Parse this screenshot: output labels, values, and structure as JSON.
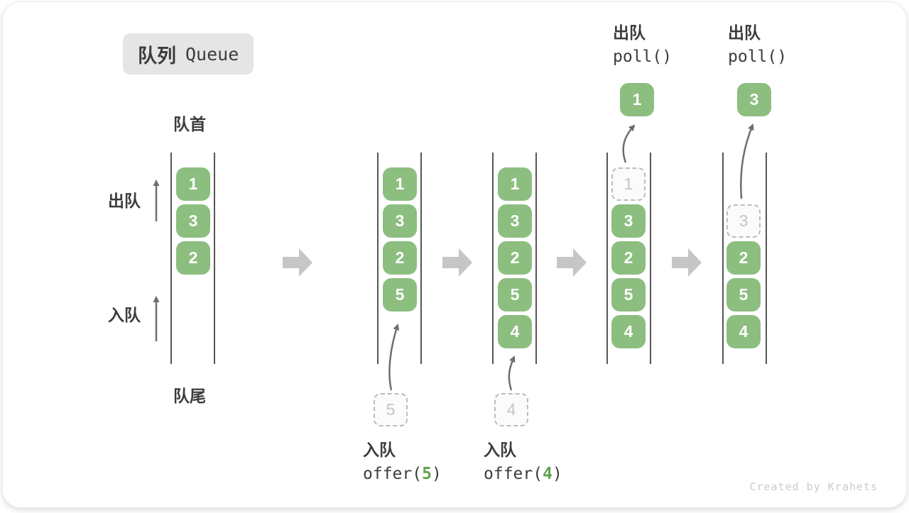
{
  "title": {
    "zh": "队列",
    "en": "Queue"
  },
  "side_labels": {
    "front": "队首",
    "rear": "队尾",
    "dequeue": "出队",
    "enqueue": "入队"
  },
  "states": {
    "s1": {
      "slots": [
        "1",
        "3",
        "2"
      ]
    },
    "s2": {
      "slots": [
        "1",
        "3",
        "2",
        "5"
      ],
      "incoming": "5"
    },
    "s3": {
      "slots": [
        "1",
        "3",
        "2",
        "5",
        "4"
      ],
      "incoming": "4"
    },
    "s4": {
      "removed": "1",
      "slots": [
        "3",
        "2",
        "5",
        "4"
      ],
      "popped": "1"
    },
    "s5": {
      "removed": "3",
      "slots": [
        "2",
        "5",
        "4"
      ],
      "popped": "3"
    }
  },
  "operations": {
    "enqueue5": {
      "name": "入队",
      "code_open": "offer(",
      "arg": "5",
      "code_close": ")"
    },
    "enqueue4": {
      "name": "入队",
      "code_open": "offer(",
      "arg": "4",
      "code_close": ")"
    },
    "poll1": {
      "name": "出队",
      "code": "poll()"
    },
    "poll2": {
      "name": "出队",
      "code": "poll()"
    }
  },
  "watermark": "Created by Krahets",
  "colors": {
    "cell-green": "#8cbe80",
    "arg-green": "#5ea24f",
    "block-arrow": "#c6c6c6",
    "text-dark": "#3c3c3c",
    "dashed-border": "#bcbcbc",
    "dashed-text": "#c4c4c4",
    "wall": "#565656",
    "thin-arrow": "#6e6e6e",
    "title-bg": "#e5e5e5",
    "watermark": "#cbcbcb"
  }
}
